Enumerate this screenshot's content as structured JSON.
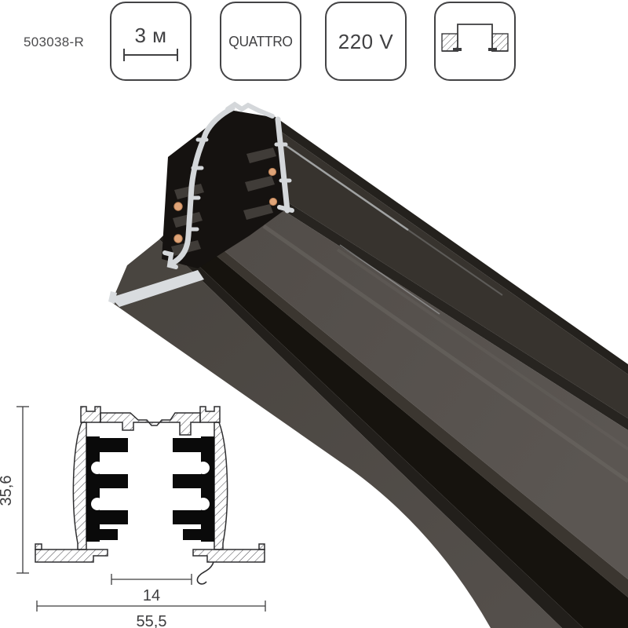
{
  "header": {
    "product_code": "503038-R",
    "badges": {
      "length": {
        "label": "3 м",
        "icon": "length-measure-icon"
      },
      "series": {
        "label": "QUATTRO"
      },
      "voltage": {
        "label": "220 V"
      },
      "mount": {
        "icon": "recessed-mount-icon"
      }
    }
  },
  "drawing": {
    "height_mm": "35,6",
    "slot_mm": "14",
    "width_mm": "55,5"
  },
  "render": {
    "colors": {
      "aluminum": "#d6d9dc",
      "top_band": "#37332e",
      "mid_face": "#57524d",
      "flange_face": "#504b46",
      "slot_black": "#16130e",
      "copper": "#dfa478"
    }
  }
}
